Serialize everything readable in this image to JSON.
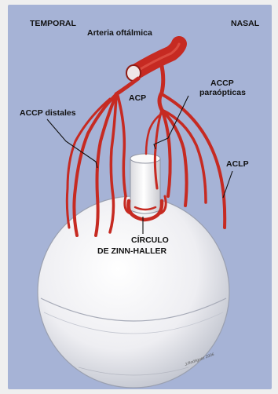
{
  "labels": {
    "temporal": "TEMPORAL",
    "nasal": "NASAL",
    "ophthalmic_artery": "Arteria oftálmica",
    "acp": "ACP",
    "accp_paraoptic_line1": "ACCP",
    "accp_paraoptic_line2": "paraópticas",
    "accp_distal": "ACCP distales",
    "aclp": "ACLP",
    "circle_line1": "CÍRCULO",
    "circle_line2": "DE ZINN-HALLER",
    "signature": "J.Rodriguez 2006"
  },
  "colors": {
    "background": "#a6b3d6",
    "page_border": "#ececec",
    "artery": "#c62a22",
    "artery_dark": "#8e1b15",
    "globe": "#f4f4f6",
    "globe_shadow": "#9aa0b0",
    "nerve": "#f7f7f7"
  }
}
